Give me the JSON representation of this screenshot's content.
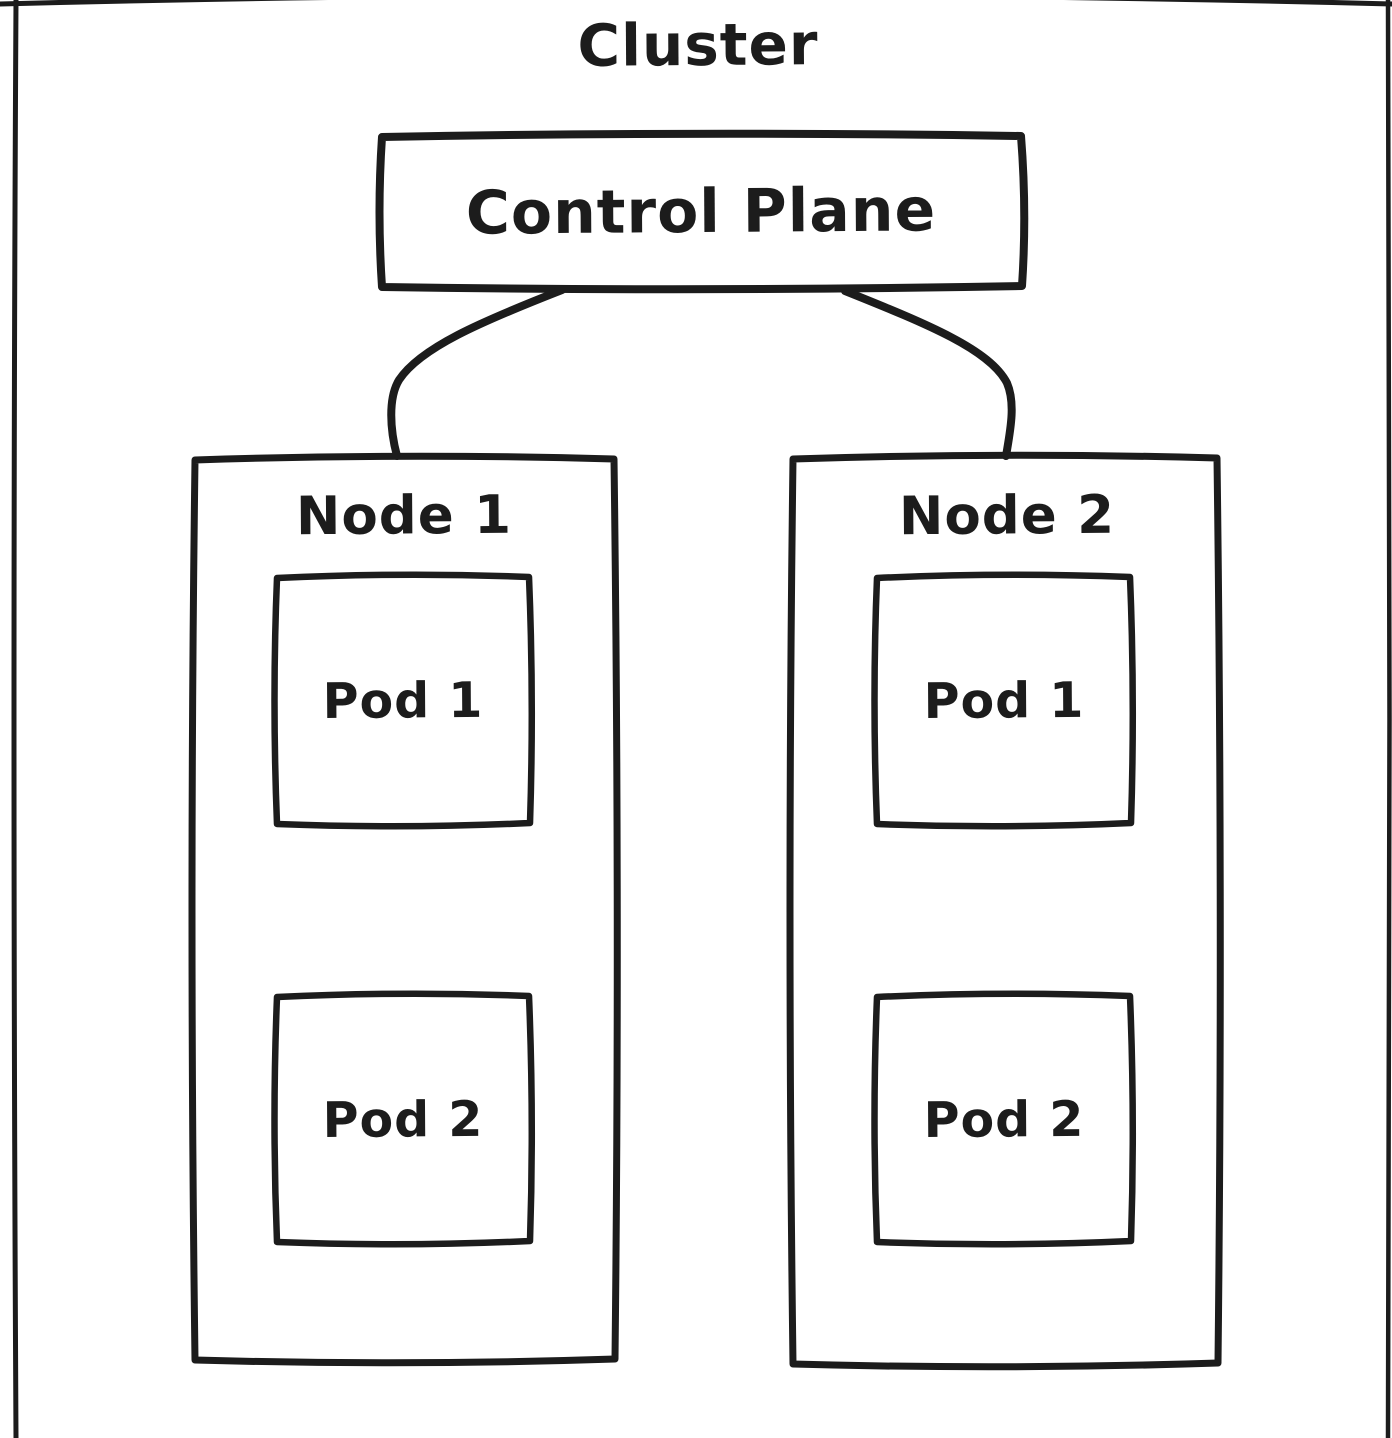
{
  "diagram": {
    "title": "Cluster",
    "style": "hand-drawn whiteboard sketch",
    "colors": {
      "ink": "#1c1c1c",
      "background": "#ffffff"
    },
    "control_plane": {
      "label": "Control Plane"
    },
    "nodes": [
      {
        "label": "Node 1",
        "pods": [
          {
            "label": "Pod 1"
          },
          {
            "label": "Pod 2"
          }
        ]
      },
      {
        "label": "Node 2",
        "pods": [
          {
            "label": "Pod 1"
          },
          {
            "label": "Pod 2"
          }
        ]
      }
    ],
    "connections": [
      {
        "from": "Control Plane",
        "to": "Node 1"
      },
      {
        "from": "Control Plane",
        "to": "Node 2"
      }
    ]
  }
}
